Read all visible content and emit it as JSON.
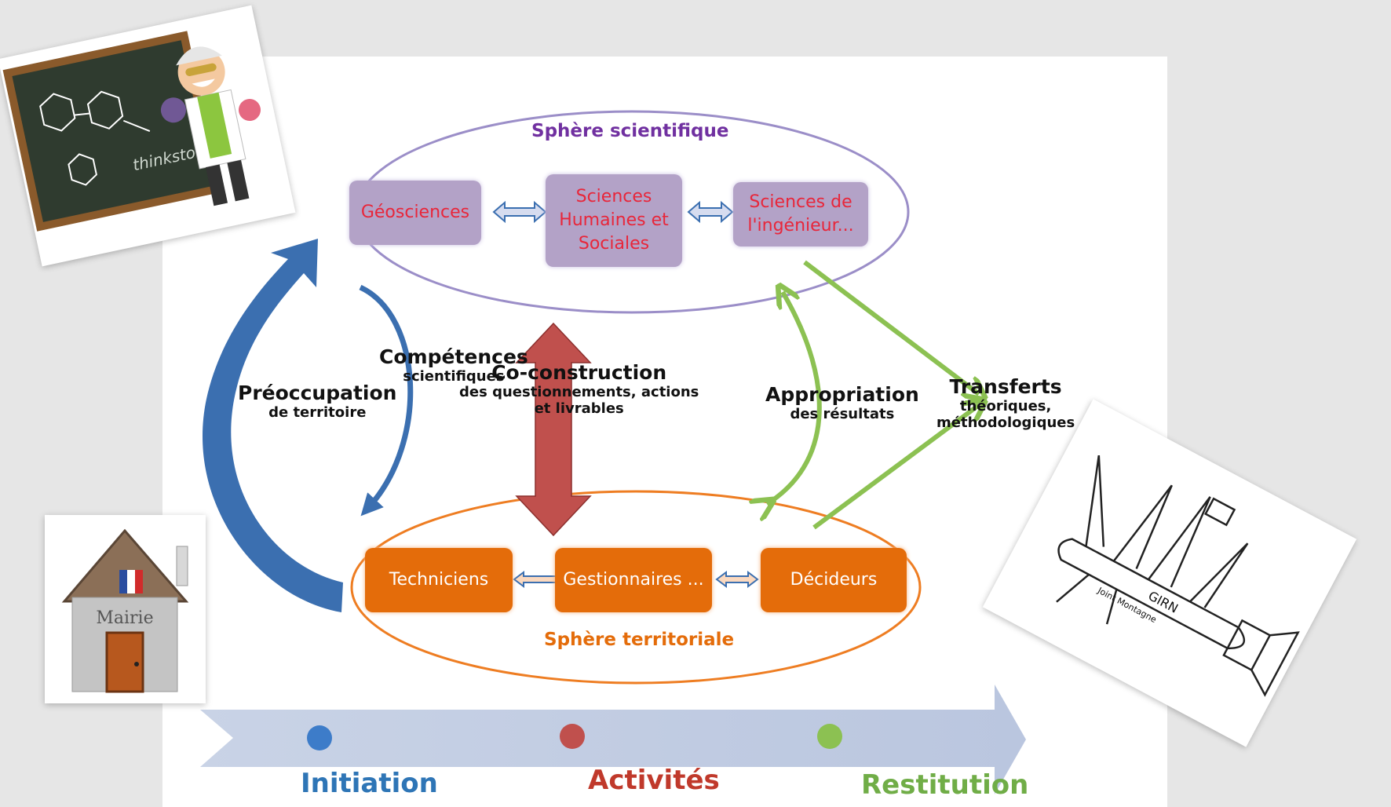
{
  "spheres": {
    "scientific": {
      "title": "Sphère scientifique",
      "color": "#7030a0"
    },
    "territorial": {
      "title": "Sphère territoriale",
      "color": "#e46c0a"
    }
  },
  "scientific_boxes": [
    {
      "label": "Géosciences"
    },
    {
      "label": "Sciences Humaines et Sociales"
    },
    {
      "label": "Sciences de l'ingénieur..."
    }
  ],
  "territorial_boxes": [
    {
      "label": "Techniciens"
    },
    {
      "label": "Gestionnaires ..."
    },
    {
      "label": "Décideurs"
    }
  ],
  "flows": {
    "preoccupation": {
      "title": "Préoccupation",
      "sub": "de territoire"
    },
    "competences": {
      "title": "Compétences",
      "sub": "scientifiques"
    },
    "coconstruction": {
      "title": "Co-construction",
      "sub1": "des questionnements, actions",
      "sub2": "et  livrables"
    },
    "appropriation": {
      "title": "Appropriation",
      "sub": "des résultats"
    },
    "transferts": {
      "title": "Transferts",
      "sub1": "théoriques,",
      "sub2": "méthodologiques"
    }
  },
  "phases": [
    {
      "label": "Initiation",
      "color": "#2e75b6",
      "dot": "#3d7cc9"
    },
    {
      "label": "Activités",
      "color": "#c0392b",
      "dot": "#c0504d"
    },
    {
      "label": "Restitution",
      "color": "#70ad47",
      "dot": "#8cc152"
    }
  ],
  "images": {
    "mairie_text": "Mairie",
    "blackboard_brand": "thinkstock",
    "knife_engraving1": "GIRN",
    "knife_engraving2": "Joint Montagne"
  }
}
